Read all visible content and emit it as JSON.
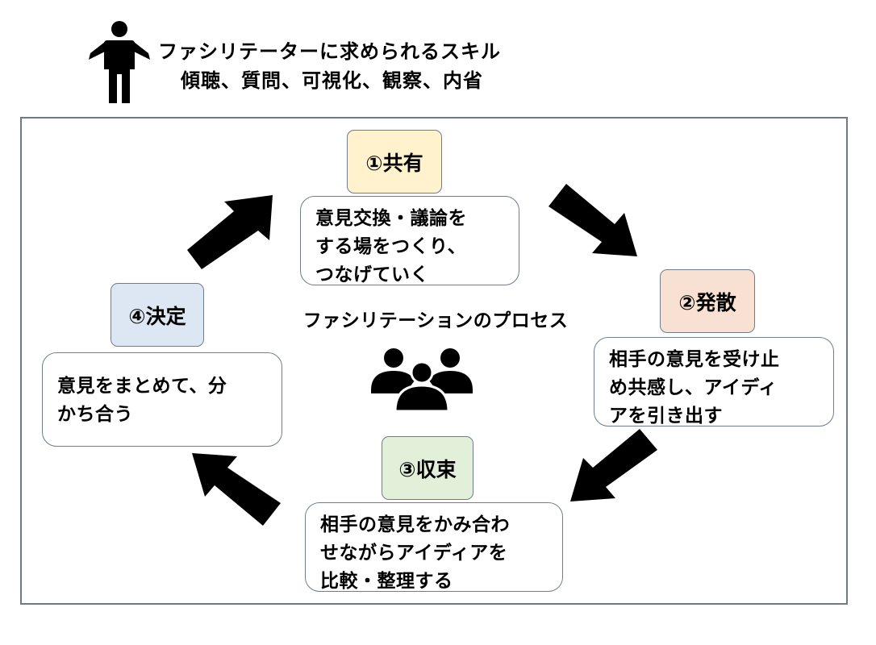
{
  "header": {
    "title": "ファシリテーターに求められるスキル",
    "skills": "傾聴、質問、可視化、観察、内省",
    "icon": "person-icon"
  },
  "center": {
    "label": "ファシリテーションのプロセス",
    "icon": "people-icon"
  },
  "steps": [
    {
      "label": "①共有",
      "description": "意見交換・議論を\nする場をつくり、\nつなげていく",
      "color": "#fff2cc"
    },
    {
      "label": "②発散",
      "description": "相手の意見を受け止\nめ共感し、アイディ\nアを引き出す",
      "color": "#f8e1d2"
    },
    {
      "label": "③収束",
      "description": "相手の意見をかみ合わ\nせながらアイディアを\n比較・整理する",
      "color": "#e2efd9"
    },
    {
      "label": "④決定",
      "description": "意見をまとめて、分\nかち合う",
      "color": "#dde7f3"
    }
  ],
  "colors": {
    "frame": "#6b7b8c",
    "box_border": "#6e7e90",
    "arrow": "#000000"
  }
}
